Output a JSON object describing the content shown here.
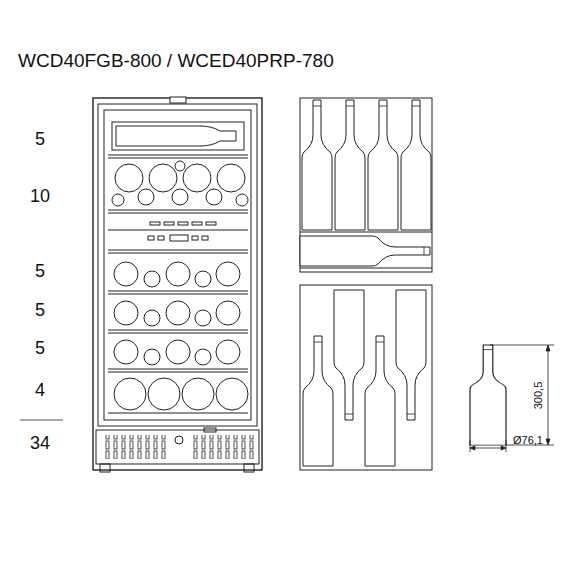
{
  "diagram": {
    "title": "WCD40FGB-800 / WCED40PRP-780",
    "labels": [
      "5",
      "10",
      "5",
      "5",
      "5",
      "4",
      "34",
      "300,5",
      "Ø76,1"
    ]
  }
}
